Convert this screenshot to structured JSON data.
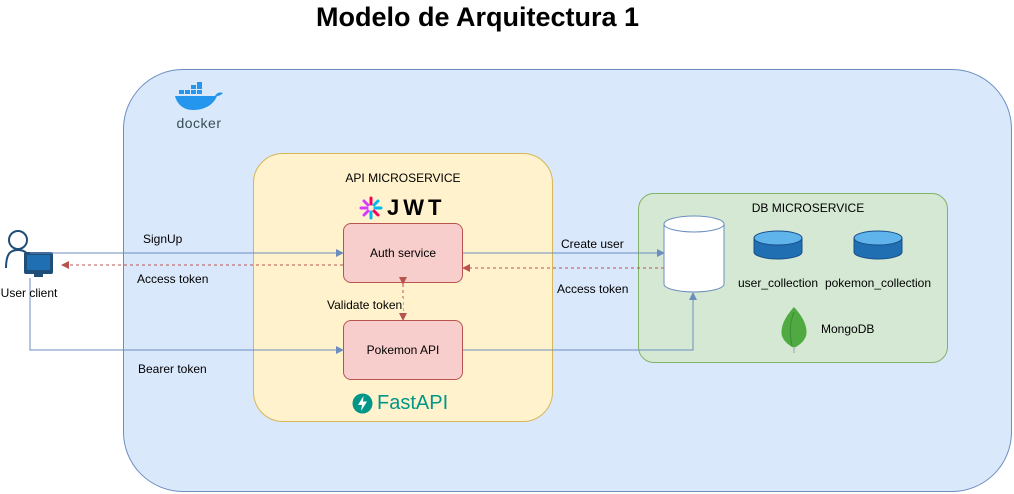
{
  "diagram": {
    "title": "Modelo de Arquitectura 1",
    "docker_logo_text": "docker",
    "api_group_label": "API MICROSERVICE",
    "jwt_logo_text": "JWT",
    "fastapi_logo_text": "FastAPI",
    "db_group_label": "DB MICROSERVICE",
    "user_client_label": "User client",
    "auth_service_label": "Auth service",
    "pokemon_api_label": "Pokemon API",
    "user_collection_label": "user_collection",
    "pokemon_collection_label": "pokemon_collection",
    "mongodb_label": "MongoDB",
    "edges": {
      "signup": "SignUp",
      "access_token_client": "Access token",
      "bearer_token": "Bearer token",
      "validate_token": "Validate token",
      "create_user": "Create user",
      "access_token_db": "Access token"
    },
    "colors": {
      "docker_fill": "#dae8fc",
      "api_fill": "#fff2cc",
      "db_fill": "#d5e8d4",
      "service_fill": "#f8cecc",
      "flow_arrow": "#6c8ebf",
      "response_arrow": "#b85450"
    }
  }
}
